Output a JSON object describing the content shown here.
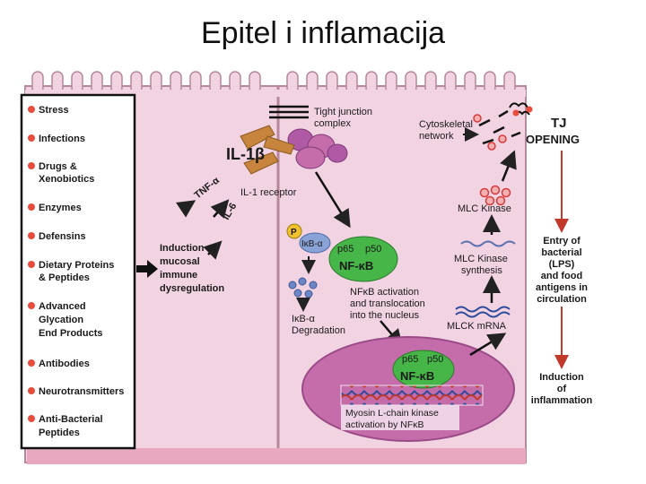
{
  "title": "Epitel i inflamacija",
  "colors": {
    "cell": "#f2d3e2",
    "cell_border": "#b7879b",
    "nucleus": "#c56cab",
    "nfkb": "#47b648",
    "dot": "#e74c3c",
    "arrow": "#222222",
    "arrow_red": "#c0392b"
  },
  "factors": [
    "Stress",
    "Infections",
    "Drugs &",
    "Xenobiotics",
    "Enzymes",
    "Defensins",
    "Dietary Proteins",
    "& Peptides",
    "Advanced",
    "Glycation",
    "End Products",
    "Antibodies",
    "Neurotransmitters",
    "Anti-Bacterial",
    "Peptides"
  ],
  "labels": {
    "tight_junction_1": "Tight junction",
    "tight_junction_2": "complex",
    "cyto_1": "Cytoskeletal",
    "cyto_2": "network",
    "tj": "TJ",
    "opening": "OPENING",
    "il1b": "IL-1β",
    "tnfa": "TNF-α",
    "il6": "IL-6",
    "il1_receptor": "IL-1 receptor",
    "induction_1": "Induction of",
    "induction_2": "mucosal",
    "induction_3": "immune",
    "induction_4": "dysregulation",
    "p": "P",
    "ikba": "IκB-α",
    "p65": "p65",
    "p50": "p50",
    "nfkb": "NF-κB",
    "nfkb_act_1": "NFκB activation",
    "nfkb_act_2": "and translocation",
    "nfkb_act_3": "into the nucleus",
    "ikba_deg_1": "IκB-α",
    "ikba_deg_2": "Degradation",
    "mlc_kinase": "MLC Kinase",
    "mlc_syn_1": "MLC Kinase",
    "mlc_syn_2": "synthesis",
    "mlck_mrna": "MLCK mRNA",
    "myosin_1": "Myosin L-chain kinase",
    "myosin_2": "activation by NFκB",
    "entry_1": "Entry of",
    "entry_2": "bacterial",
    "entry_3": "(LPS)",
    "entry_4": "and food",
    "entry_5": "antigens in",
    "entry_6": "circulation",
    "infl_1": "Induction",
    "infl_2": "of",
    "infl_3": "inflammation"
  }
}
